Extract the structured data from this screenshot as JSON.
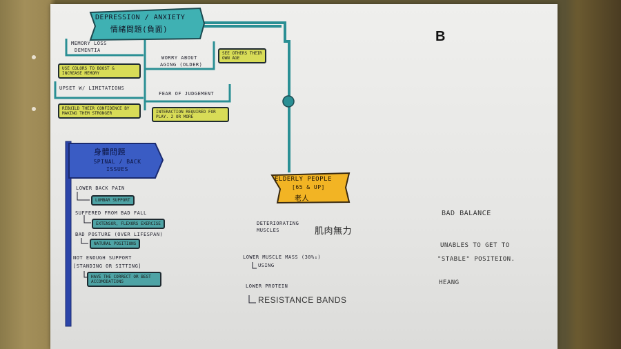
{
  "poster": {
    "letter": "B",
    "depression": {
      "title": "DEPRESSION / ANXIETY",
      "subtitle": "情緒問題(負面)",
      "items": [
        {
          "label": "MEMORY LOSS",
          "label2": "DEMENTIA",
          "note": "USE COLORS TO BOOST & INCREASE MEMORY"
        },
        {
          "label": "UPSET W/ LIMITATIONS",
          "note": "REBUILD THEIR CONFIDENCE BY MAKING THEM STRONGER"
        },
        {
          "label": "WORRY ABOUT",
          "label2": "AGING (OLDER)",
          "note": "SEE OTHERS THEIR OWN AGE"
        },
        {
          "label": "FEAR OF JUDGEMENT",
          "note": "INTERACTION REQUIRED FOR PLAY. 2 OR MORE"
        }
      ]
    },
    "physical": {
      "title": "身體問題",
      "subtitle": "SPINAL / BACK ISSUES",
      "items": [
        {
          "label": "LOWER BACK PAIN",
          "note": "LUMBAR SUPPORT"
        },
        {
          "label": "SUFFERED FROM BAD FALL",
          "note": "EXTENSOR, FLEXORS EXERCISE"
        },
        {
          "label": "BAD POSTURE (OVER LIFESPAN)",
          "note": "NATURAL POSITIONS"
        },
        {
          "label": "NOT ENOUGH SUPPORT",
          "label2": "[STANDING OR SITTING]",
          "note": "HAVE THE CORRECT OR BEST ACCOMODATIONS"
        }
      ]
    },
    "center": {
      "line1": "ELDERLY PEOPLE",
      "line2": "[65 & UP]",
      "line3": "老人"
    },
    "muscles": {
      "deteriorating": "DETERIORATING",
      "muscles": "MUSCLES",
      "chinese": "肌肉無力",
      "lower_mass": "LOWER MUSCLE MASS (30%↓)",
      "using": "USING",
      "lower_protein": "LOWER PROTEIN",
      "bands": "RESISTANCE BANDS"
    },
    "balance": {
      "title": "BAD BALANCE",
      "line1": "UNABLES TO GET TO",
      "line2": "\"STABLE\" POSITEION.",
      "hearing": "HEANG"
    }
  }
}
